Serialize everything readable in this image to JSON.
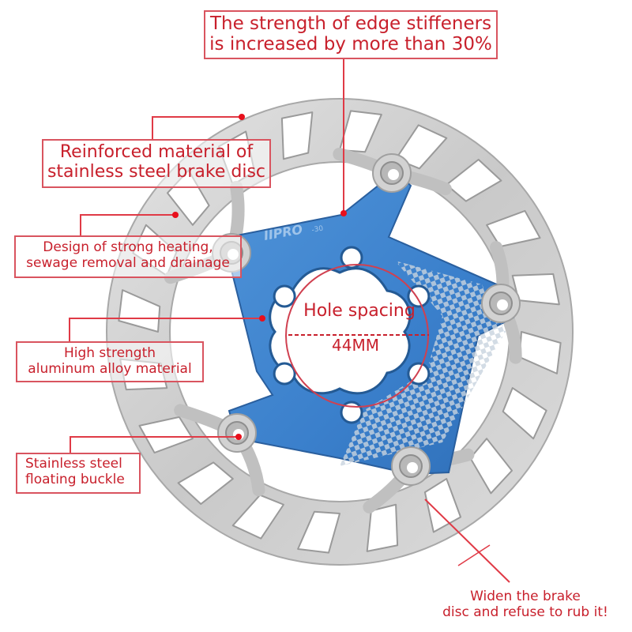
{
  "image": {
    "subject": "Floating bicycle disc brake rotor product diagram",
    "brand_mark": "IIPRO",
    "brand_suffix": "-30"
  },
  "colors": {
    "annotation_red": "#c8202c",
    "callout_border": "#d9545f",
    "steel": "#cfcfcf",
    "steel_edge": "#9a9a9a",
    "carrier_blue": "#3f84cf",
    "background": "#ffffff"
  },
  "callouts": [
    {
      "id": "edge-stiffeners",
      "lines": [
        "The strength of edge stiffeners",
        "is increased by more than 30%"
      ]
    },
    {
      "id": "reinforced-material",
      "lines": [
        "Reinforced material of",
        "stainless steel brake disc"
      ]
    },
    {
      "id": "heating-design",
      "lines": [
        "Design of strong heating,",
        "sewage removal and drainage"
      ]
    },
    {
      "id": "aluminum-alloy",
      "lines": [
        "High strength",
        "aluminum alloy material"
      ]
    },
    {
      "id": "floating-buckle",
      "lines": [
        "Stainless steel",
        "floating buckle"
      ]
    },
    {
      "id": "widen-disc",
      "lines": [
        "Widen the brake",
        "disc and refuse to rub it!"
      ]
    }
  ],
  "hole_spacing": {
    "label": "Hole spacing",
    "value": "44MM"
  }
}
